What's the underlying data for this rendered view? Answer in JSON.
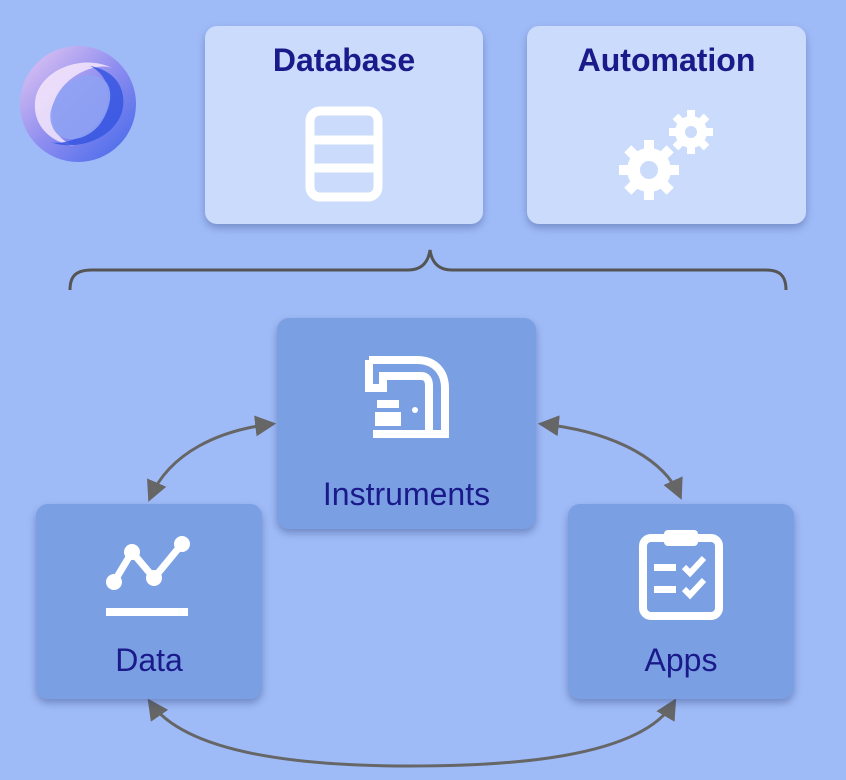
{
  "top_boxes": {
    "database": {
      "label": "Database",
      "icon": "database-icon"
    },
    "automation": {
      "label": "Automation",
      "icon": "gears-icon"
    }
  },
  "nodes": {
    "instruments": {
      "label": "Instruments",
      "icon": "instrument-icon"
    },
    "data": {
      "label": "Data",
      "icon": "line-chart-icon"
    },
    "apps": {
      "label": "Apps",
      "icon": "clipboard-checklist-icon"
    }
  },
  "colors": {
    "background": "#9fbbf7",
    "top_box": "#cbdbfb",
    "node_box": "#7a9fe3",
    "text": "#1a1a8a",
    "arrow": "#666666"
  }
}
